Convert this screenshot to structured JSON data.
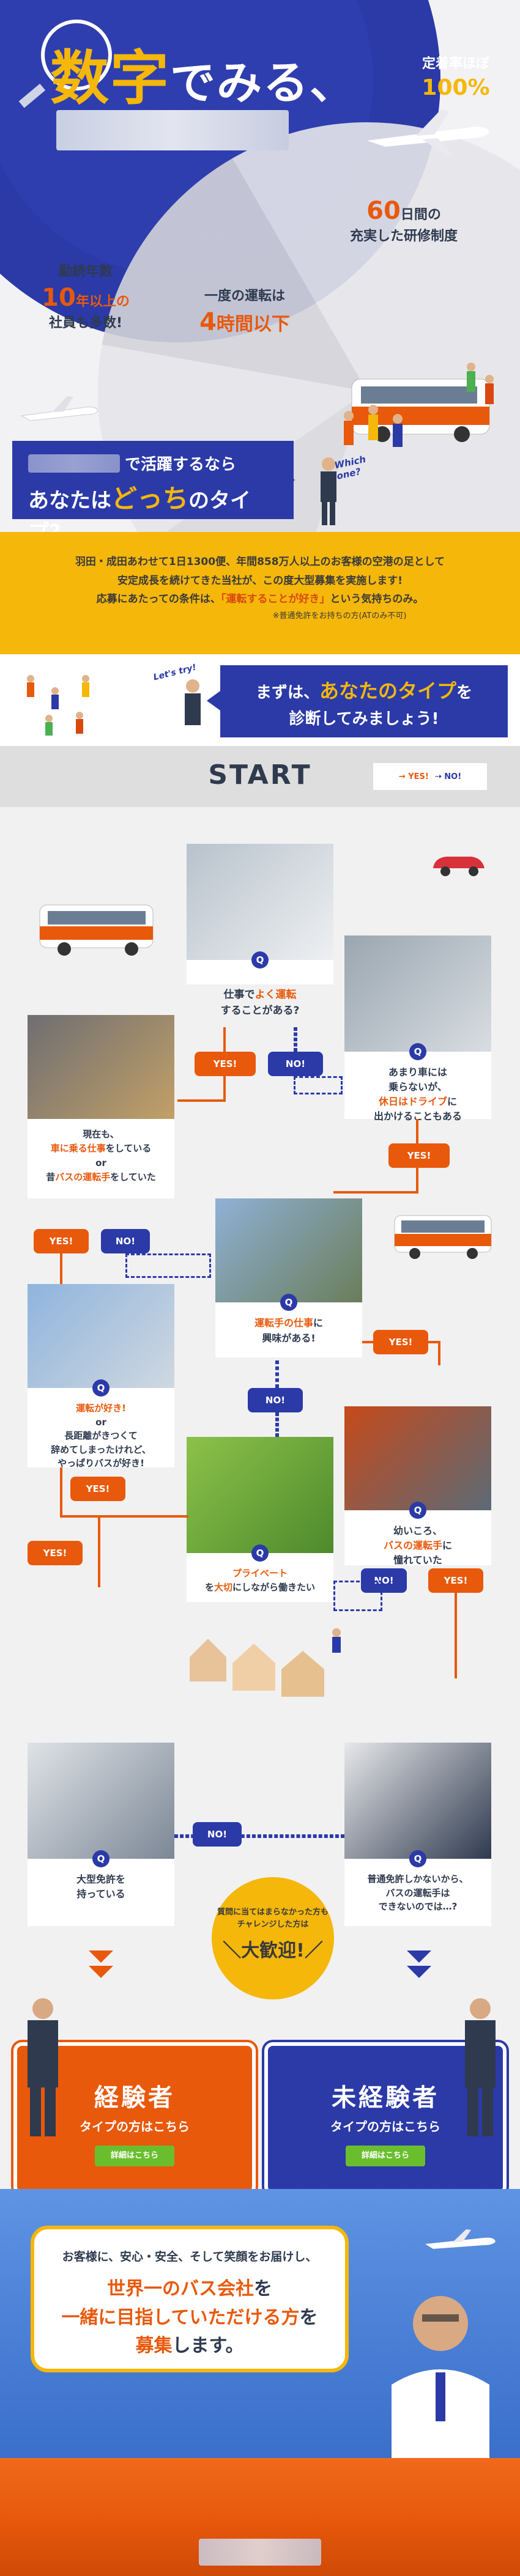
{
  "hero": {
    "title_big": "数字",
    "title_rest": "でみる、",
    "stat_retention": {
      "label": "定着率ほぼ",
      "value": "100%"
    },
    "stat_training": {
      "value": "60",
      "unit": "日間の",
      "label": "充実した研修制度"
    },
    "stat_tenure": {
      "label": "勤続年数",
      "value": "10",
      "unit": "年以上の",
      "sub": "社員も多数!"
    },
    "stat_driving": {
      "label": "一度の運転は",
      "value": "4",
      "unit": "時間以下"
    }
  },
  "type_section": {
    "line1_suffix": "で活躍するなら",
    "line2_pre": "あなたは",
    "line2_emph": "どっち",
    "line2_post": "のタイプ?",
    "which_one": "Which one?"
  },
  "intro": {
    "line1": "羽田・成田あわせて1日1300便、年間858万人以上のお客様の空港の足として",
    "line2": "安定成長を続けてきた当社が、この度大型募集を実施します!",
    "line3_pre": "応募にあたっての条件は、",
    "line3_emph": "「運転することが好き」",
    "line3_post": "という気持ちのみ。",
    "note": "※普通免許をお持ちの方(ATのみ不可)"
  },
  "diagnose": {
    "lets_try": "Let's try!",
    "line1_pre": "まずは、",
    "line1_emph": "あなたのタイプ",
    "line1_post": "を",
    "line2": "診断してみましょう!"
  },
  "flow": {
    "start": "START",
    "legend_yes": "YES!",
    "legend_no": "NO!",
    "q_mark": "Q",
    "yes": "YES!",
    "no": "NO!",
    "q1": {
      "pre": "仕事で",
      "emph": "よく運転",
      "post": "することがある?"
    },
    "q2": {
      "l1": "あまり車には",
      "l2": "乗らないが、",
      "emph": "休日はドライブ",
      "post": "に",
      "l4": "出かけることもある"
    },
    "q3": {
      "l1": "現在も、",
      "emph1": "車に乗る仕事",
      "mid": "をしている",
      "or": "or",
      "pre2": "昔",
      "emph2": "バスの運転手",
      "post2": "をしていた"
    },
    "q4": {
      "emph": "運転手の仕事",
      "post": "に",
      "l2": "興味がある!"
    },
    "q5": {
      "emph": "運転が好き!",
      "or": "or",
      "l3": "長距離がきつくて",
      "l4": "辞めてしまったけれど、",
      "l5": "やっぱりバスが好き!"
    },
    "q6": {
      "l1": "幼いころ、",
      "emph": "バスの運転手",
      "post": "に",
      "l3": "憧れていた"
    },
    "q7": {
      "emph": "プライベート",
      "post": "を",
      "emph2": "大切",
      "post2": "にしながら働きたい"
    },
    "q8": {
      "l1": "大型免許を",
      "l2": "持っている"
    },
    "q9": {
      "l1": "普通免許しかないから、",
      "l2": "バスの運転手は",
      "l3": "できないのでは…?"
    },
    "welcome": {
      "s1": "質問に当てはまらなかった方も",
      "s2": "チャレンジした方は",
      "big": "大歓迎!"
    },
    "result_exp": {
      "title": "経験者",
      "sub": "タイプの方はこちら",
      "btn": "詳細はこちら"
    },
    "result_inexp": {
      "title": "未経験者",
      "sub": "タイプの方はこちら",
      "btn": "詳細はこちら"
    }
  },
  "closing": {
    "line1": "お客様に、安心・安全、そして笑顔をお届けし、",
    "line2_emph": "世界一のバス会社",
    "line2_post": "を",
    "line3_emph": "一緒に目指していただける方",
    "line3_post": "を",
    "line4_emph": "募集",
    "line4_post": "します。"
  },
  "colors": {
    "navy": "#2b3aa7",
    "orange": "#e8590c",
    "yellow": "#f5b70a",
    "green": "#6abe2e"
  }
}
